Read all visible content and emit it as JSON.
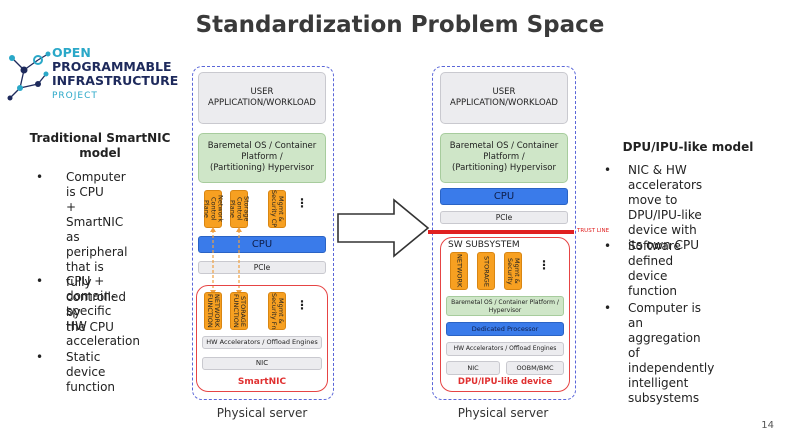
{
  "title": "Standardization Problem Space",
  "logo": {
    "line1": "OPEN",
    "line2": "PROGRAMMABLE",
    "line3": "INFRASTRUCTURE",
    "line4": "PROJECT"
  },
  "left_panel": {
    "heading": "Traditional SmartNIC\nmodel",
    "bullets": [
      "Computer is CPU\n+ SmartNIC as\nperipheral that is\nfully controlled by\nthe CPU",
      "CPU +\ndomain-specific\nHW acceleration",
      "Static device\nfunction"
    ]
  },
  "right_panel": {
    "heading": "DPU/IPU-like model",
    "bullets": [
      "NIC & HW accelerators\nmove to DPU/IPU-like\ndevice with its own CPU",
      "Software defined device\nfunction",
      "Computer is an\naggregation of\nindependently\nintelligent subsystems"
    ]
  },
  "left_server": {
    "app": "USER\nAPPLICATION/WORKLOAD",
    "os": "Baremetal OS / Container\nPlatform /\n(Partitioning) Hypervisor",
    "cp_blocks": [
      "Network\nControl\nPlane",
      "Storage\nControl\nPlane",
      "Mgmt &\nSecurity CP"
    ],
    "cpu": "CPU",
    "pcie": "PCIe",
    "fn_blocks": [
      "NETWORK\nFUNCTION",
      "STORAGE\nFUNCTION",
      "Mgmt &\nSecurity Fn"
    ],
    "hw_accel": "HW Accelerators / Offload Engines",
    "nic": "NIC",
    "smartnic_label": "SmartNIC",
    "caption": "Physical server"
  },
  "right_server": {
    "app": "USER\nAPPLICATION/WORKLOAD",
    "os": "Baremetal OS / Container\nPlatform /\n(Partitioning) Hypervisor",
    "cpu": "CPU",
    "pcie": "PCIe",
    "trust_line": "TRUST LINE",
    "subsystem_label": "SW SUBSYSTEM",
    "sub_blocks": [
      "NETWORK",
      "STORAGE",
      "Mgmt &\nSecurity"
    ],
    "sub_os": "Baremetal OS / Container Platform /\nHypervisor",
    "dedicated": "Dedicated Processor",
    "hw_accel": "HW Accelerators / Offload Engines",
    "nic": "NIC",
    "oobm": "OOBM/BMC",
    "device_label": "DPU/IPU-like device",
    "caption": "Physical server"
  },
  "page_number": "14",
  "colors": {
    "cpu_blue": "#3a7bea",
    "orange": "#f7a021",
    "trust_red": "#e02020",
    "server_border": "#5a66d8"
  }
}
